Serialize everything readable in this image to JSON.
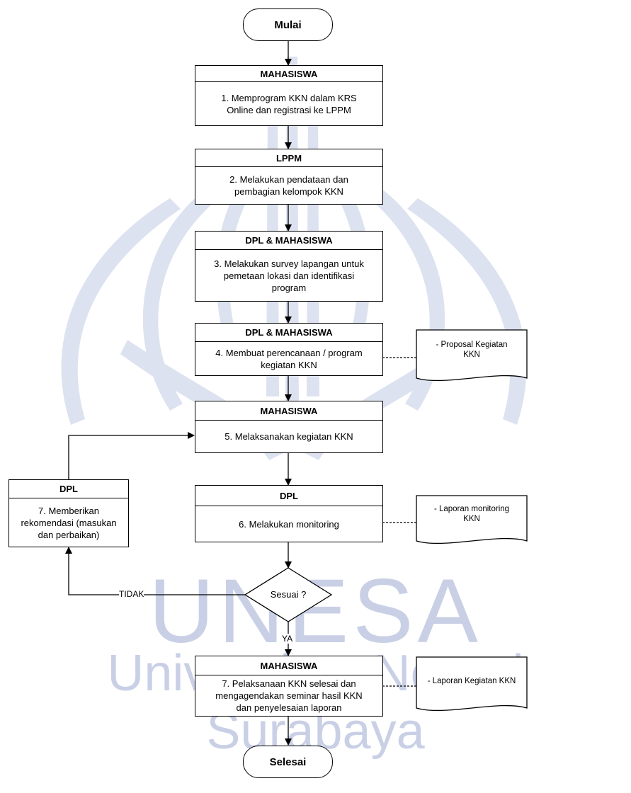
{
  "watermark": {
    "line1": "UNESA",
    "line2": "Universitas Negeri Surabaya",
    "color": "#c9d0e6"
  },
  "start": "Mulai",
  "end": "Selesai",
  "steps": [
    {
      "actor": "MAHASISWA",
      "lines": [
        "1. Memprogram KKN dalam KRS",
        "Online dan registrasi ke LPPM"
      ]
    },
    {
      "actor": "LPPM",
      "lines": [
        "2. Melakukan pendataan dan",
        "pembagian kelompok KKN"
      ]
    },
    {
      "actor": "DPL & MAHASISWA",
      "lines": [
        "3. Melakukan survey lapangan untuk",
        "pemetaan lokasi dan identifikasi",
        "program"
      ]
    },
    {
      "actor": "DPL & MAHASISWA",
      "lines": [
        "4. Membuat perencanaan / program",
        "kegiatan KKN"
      ]
    },
    {
      "actor": "MAHASISWA",
      "lines": [
        "5. Melaksanakan kegiatan KKN"
      ]
    },
    {
      "actor": "DPL",
      "lines": [
        "6. Melakukan monitoring"
      ]
    },
    {
      "actor": "DPL",
      "lines": [
        "7. Memberikan",
        "rekomendasi (masukan",
        "dan perbaikan)"
      ]
    },
    {
      "actor": "MAHASISWA",
      "lines": [
        "7. Pelaksanaan KKN selesai dan",
        "mengagendakan seminar hasil KKN",
        "dan penyelesaian laporan"
      ]
    }
  ],
  "decision": {
    "text": "Sesuai ?",
    "no": "TIDAK",
    "yes": "YA"
  },
  "documents": [
    {
      "lines": [
        "- Proposal Kegiatan",
        "KKN"
      ]
    },
    {
      "lines": [
        "- Laporan monitoring",
        "KKN"
      ]
    },
    {
      "lines": [
        "- Laporan Kegiatan KKN"
      ]
    }
  ]
}
